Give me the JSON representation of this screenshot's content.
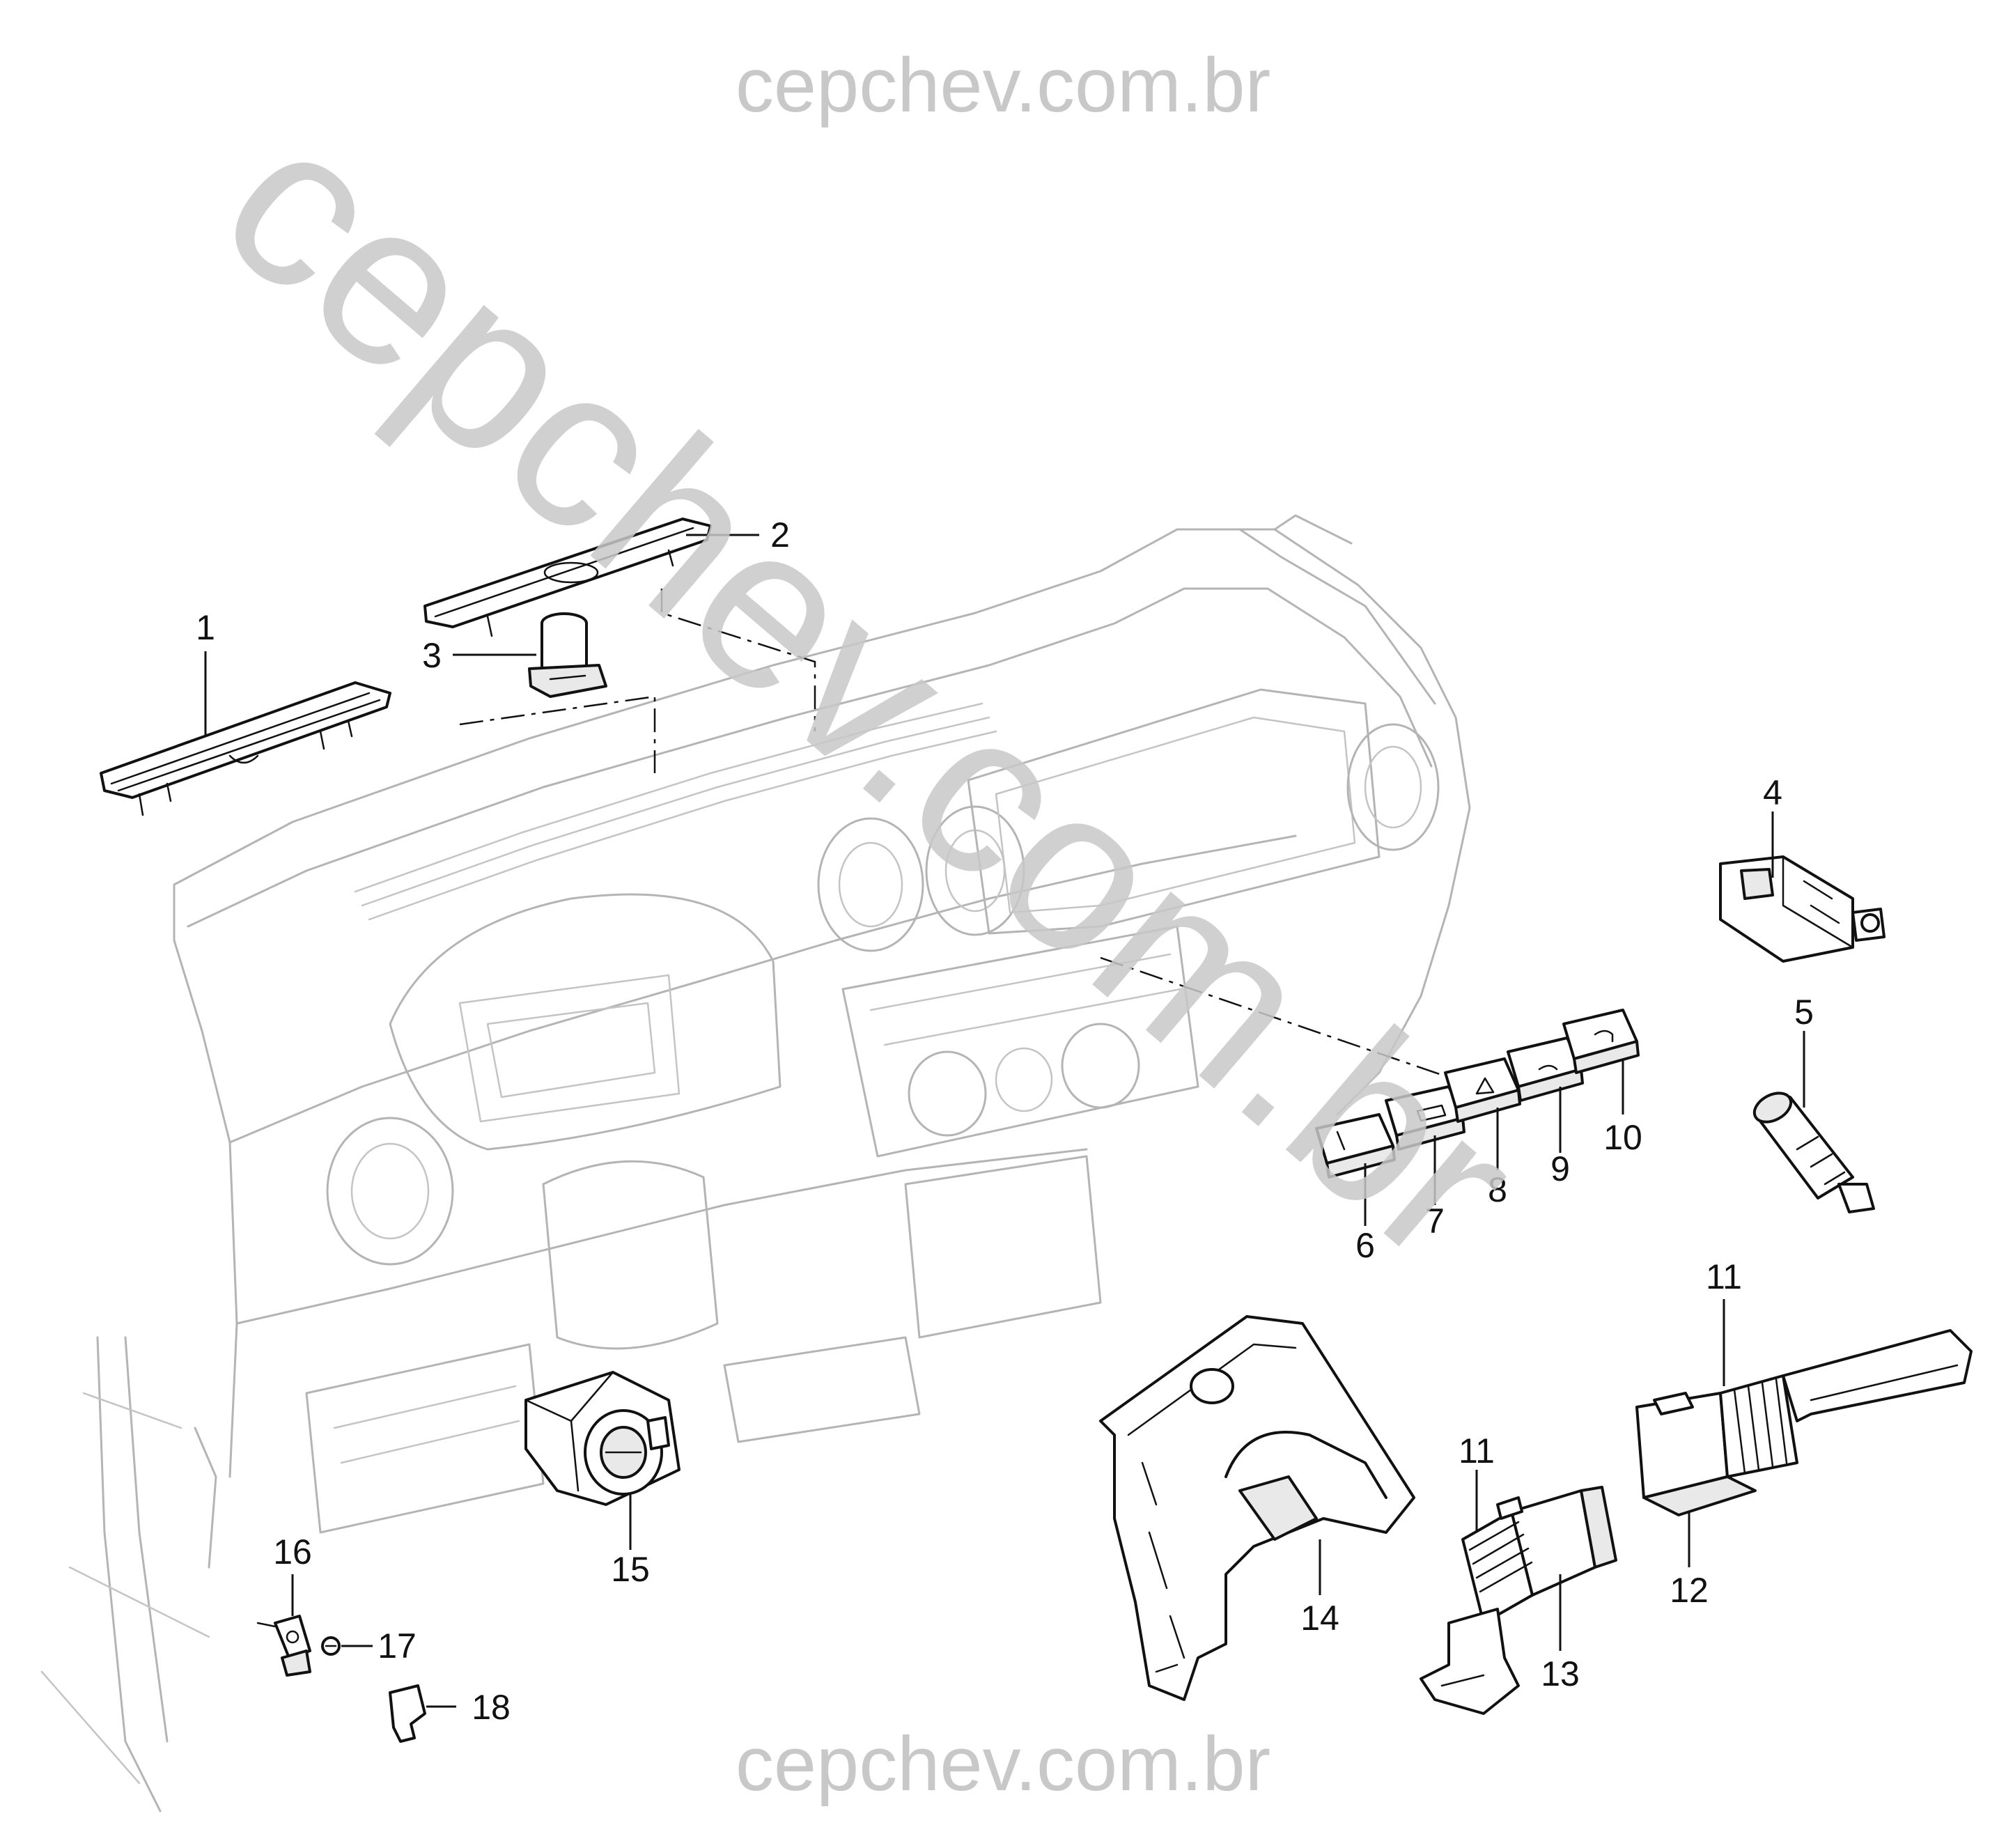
{
  "watermark": {
    "top": "cepchev.com.br",
    "bottom": "cepchev.com.br",
    "diagonal": "cepchev.com.br"
  },
  "callouts": [
    "1",
    "2",
    "3",
    "4",
    "5",
    "6",
    "7",
    "8",
    "9",
    "10",
    "11",
    "11",
    "12",
    "13",
    "14",
    "15",
    "16",
    "17",
    "18"
  ],
  "colors": {
    "line": "#111111",
    "ghost": "#b4b4b4",
    "watermark": "#c8c8c8"
  }
}
